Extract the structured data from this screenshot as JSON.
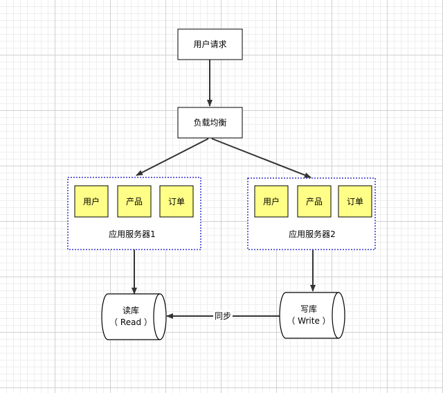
{
  "nodes": {
    "request": "用户请求",
    "load_balancer": "负载均衡",
    "server1": {
      "label": "应用服务器1",
      "modules": [
        "用户",
        "产品",
        "订单"
      ]
    },
    "server2": {
      "label": "应用服务器2",
      "modules": [
        "用户",
        "产品",
        "订单"
      ]
    },
    "read_db": {
      "line1": "读库",
      "line2": "（ Read ）"
    },
    "write_db": {
      "line1": "写库",
      "line2": "（ Write ）"
    }
  },
  "edges": {
    "sync_label": "同步"
  },
  "colors": {
    "module_fill": "#ffff88",
    "container_border": "#3333cc",
    "line": "#333333"
  }
}
